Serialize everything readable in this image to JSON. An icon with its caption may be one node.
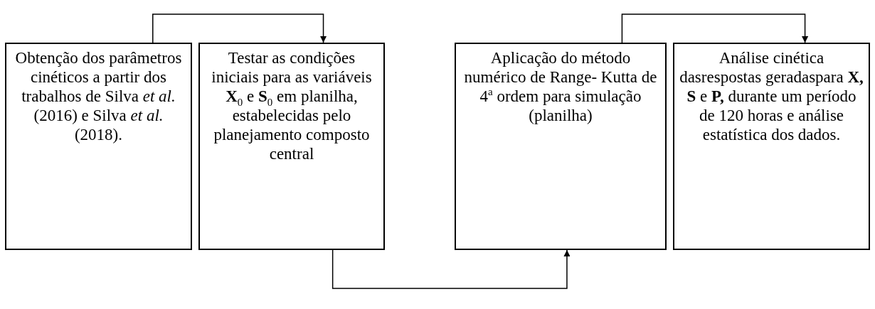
{
  "diagram": {
    "nodes": [
      {
        "text": [
          "Obtenção dos parâmetros cinéticos a partir dos trabalhos de Silva *et al.* (2016) e Silva *et al.* (2018)."
        ]
      },
      {
        "text": [
          "Testar as condições iniciais para as variáveis **X**$_{0}$ e **S**$_{0}$ em planilha, estabelecidas pelo planejamento composto central"
        ]
      },
      {
        "text": [
          "Aplicação do método numérico de Range- Kutta de 4$^{a}$ ordem para simulação (planilha)"
        ]
      },
      {
        "text": [
          "Análise cinética dasrespostas geradaspara **X, S** e **P,** durante um período de 120 horas e análise estatística dos dados."
        ]
      }
    ],
    "edges": [
      {
        "from": 0,
        "to": 1,
        "arrow": "to"
      },
      {
        "from": 1,
        "to": 2,
        "arrow": "to"
      },
      {
        "from": 2,
        "to": 3,
        "arrow": "to"
      }
    ]
  }
}
